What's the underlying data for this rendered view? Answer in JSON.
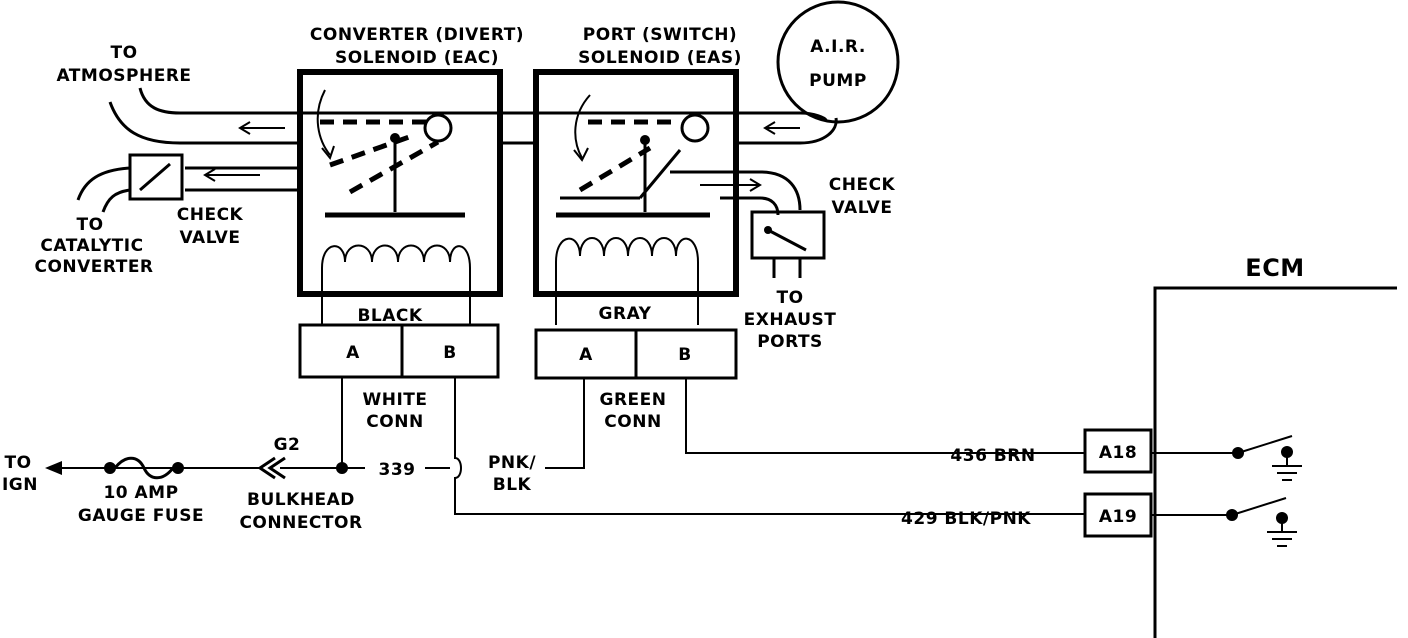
{
  "labels": {
    "converter_solenoid_line1": "CONVERTER (DIVERT)",
    "converter_solenoid_line2": "SOLENOID (EAC)",
    "port_solenoid_line1": "PORT (SWITCH)",
    "port_solenoid_line2": "SOLENOID (EAS)",
    "air_pump_line1": "A.I.R.",
    "air_pump_line2": "PUMP",
    "to_atmosphere_line1": "TO",
    "to_atmosphere_line2": "ATMOSPHERE",
    "to_catalytic_line1": "TO",
    "to_catalytic_line2": "CATALYTIC",
    "to_catalytic_line3": "CONVERTER",
    "check_valve_left_line1": "CHECK",
    "check_valve_left_line2": "VALVE",
    "check_valve_right_line1": "CHECK",
    "check_valve_right_line2": "VALVE",
    "to_exhaust_line1": "TO",
    "to_exhaust_line2": "EXHAUST",
    "to_exhaust_line3": "PORTS",
    "black": "BLACK",
    "gray": "GRAY",
    "white_conn_line1": "WHITE",
    "white_conn_line2": "CONN",
    "green_conn_line1": "GREEN",
    "green_conn_line2": "CONN",
    "pin_a_left": "A",
    "pin_b_left": "B",
    "pin_a_right": "A",
    "pin_b_right": "B",
    "to_ign_line1": "TO",
    "to_ign_line2": "IGN",
    "fuse_line1": "10 AMP",
    "fuse_line2": "GAUGE FUSE",
    "g2": "G2",
    "bulkhead_line1": "BULKHEAD",
    "bulkhead_line2": "CONNECTOR",
    "wire_339": "339",
    "pnk_blk_line1": "PNK/",
    "pnk_blk_line2": "BLK",
    "wire_436": "436 BRN",
    "wire_429": "429 BLK/PNK",
    "ecm": "ECM",
    "a18": "A18",
    "a19": "A19"
  }
}
